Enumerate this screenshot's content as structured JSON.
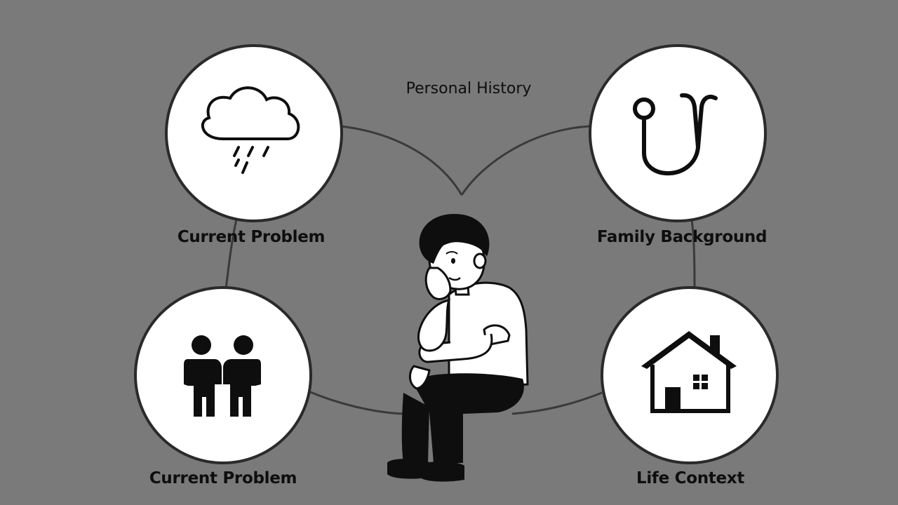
{
  "labels": {
    "top_center": "Personal History",
    "top_left": "Current Problem",
    "top_right": "Family Background",
    "bottom_left": "Current Problem",
    "bottom_right": "Life Context"
  },
  "nodes": [
    {
      "icon": "rain-cloud-icon"
    },
    {
      "icon": "stethoscope-icon"
    },
    {
      "icon": "two-people-icon"
    },
    {
      "icon": "house-icon"
    }
  ],
  "center_figure": {
    "icon": "thinking-person-icon"
  },
  "colors": {
    "background": "#7a7a7a",
    "circle_fill": "#ffffff",
    "stroke": "#2a2a2a",
    "text": "#0e0e0e"
  }
}
